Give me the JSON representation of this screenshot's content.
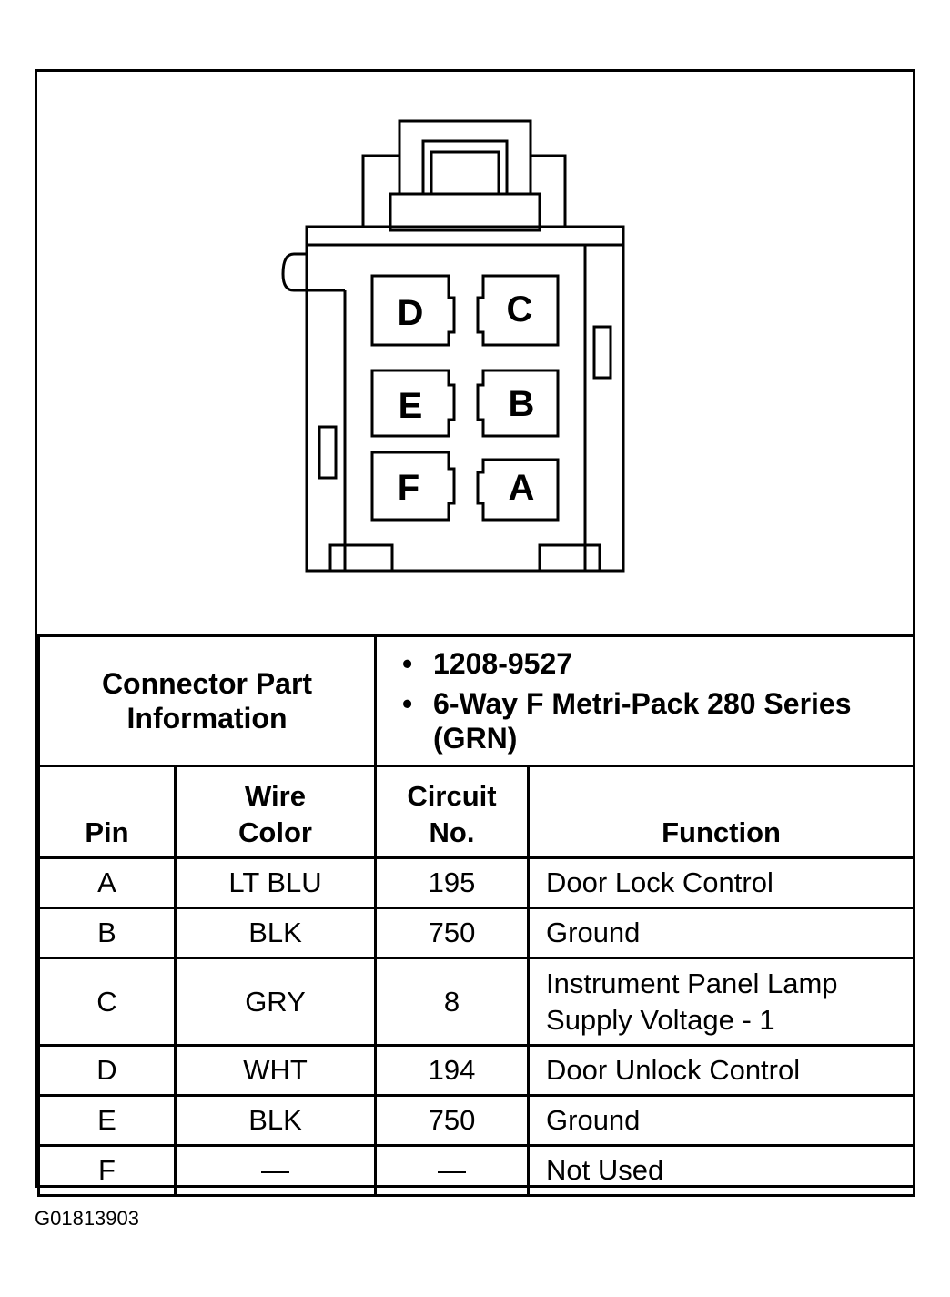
{
  "connector": {
    "pins_face": [
      "D",
      "C",
      "E",
      "B",
      "F",
      "A"
    ]
  },
  "part_info": {
    "label": "Connector Part Information",
    "items": [
      "1208-9527",
      "6-Way F Metri-Pack 280 Series (GRN)"
    ]
  },
  "table": {
    "headers": {
      "pin": "Pin",
      "wire_color": "Wire Color",
      "circuit": "Circuit No.",
      "function": "Function"
    },
    "rows": [
      {
        "pin": "A",
        "wire_color": "LT BLU",
        "circuit": "195",
        "function": "Door Lock Control"
      },
      {
        "pin": "B",
        "wire_color": "BLK",
        "circuit": "750",
        "function": "Ground"
      },
      {
        "pin": "C",
        "wire_color": "GRY",
        "circuit": "8",
        "function": "Instrument Panel Lamp Supply Voltage - 1"
      },
      {
        "pin": "D",
        "wire_color": "WHT",
        "circuit": "194",
        "function": "Door Unlock Control"
      },
      {
        "pin": "E",
        "wire_color": "BLK",
        "circuit": "750",
        "function": "Ground"
      },
      {
        "pin": "F",
        "wire_color": "—",
        "circuit": "—",
        "function": "Not Used"
      }
    ]
  },
  "figure_id": "G01813903"
}
